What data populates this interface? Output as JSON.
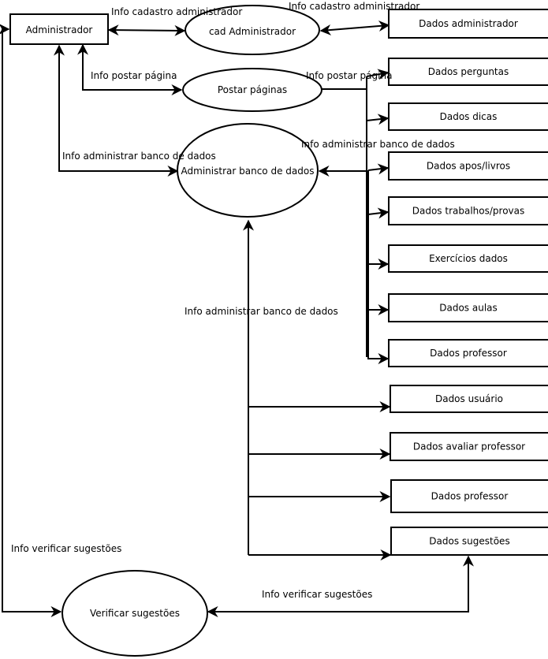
{
  "colors": {
    "line": "#000000",
    "background": "#ffffff"
  },
  "entities": {
    "administrador": "Administrador"
  },
  "processes": {
    "cad_administrador": "cad Administrador",
    "postar_paginas": "Postar páginas",
    "administrar_bd": "Administrar banco de dados",
    "verificar_sugestoes": "Verificar sugestões"
  },
  "data_stores": [
    "Dados administrador",
    "Dados perguntas",
    "Dados dicas",
    "Dados apos/livros",
    "Dados trabalhos/provas",
    "Exercícios dados",
    "Dados aulas",
    "Dados professor",
    "Dados usuário",
    "Dados avaliar professor",
    "Dados professor",
    "Dados sugestões"
  ],
  "flow_labels": {
    "cadastro_left": "Info cadastro administrador",
    "cadastro_right": "Info cadastro administrador",
    "postar_left": "Info postar página",
    "postar_right": "Info postar página",
    "admin_bd_left": "Info administrar banco de dados",
    "admin_bd_right": "Info administrar banco de dados",
    "admin_bd_mid": "Info administrar banco de dados",
    "verificar_left": "Info verificar sugestões",
    "verificar_right": "Info verificar sugestões"
  }
}
